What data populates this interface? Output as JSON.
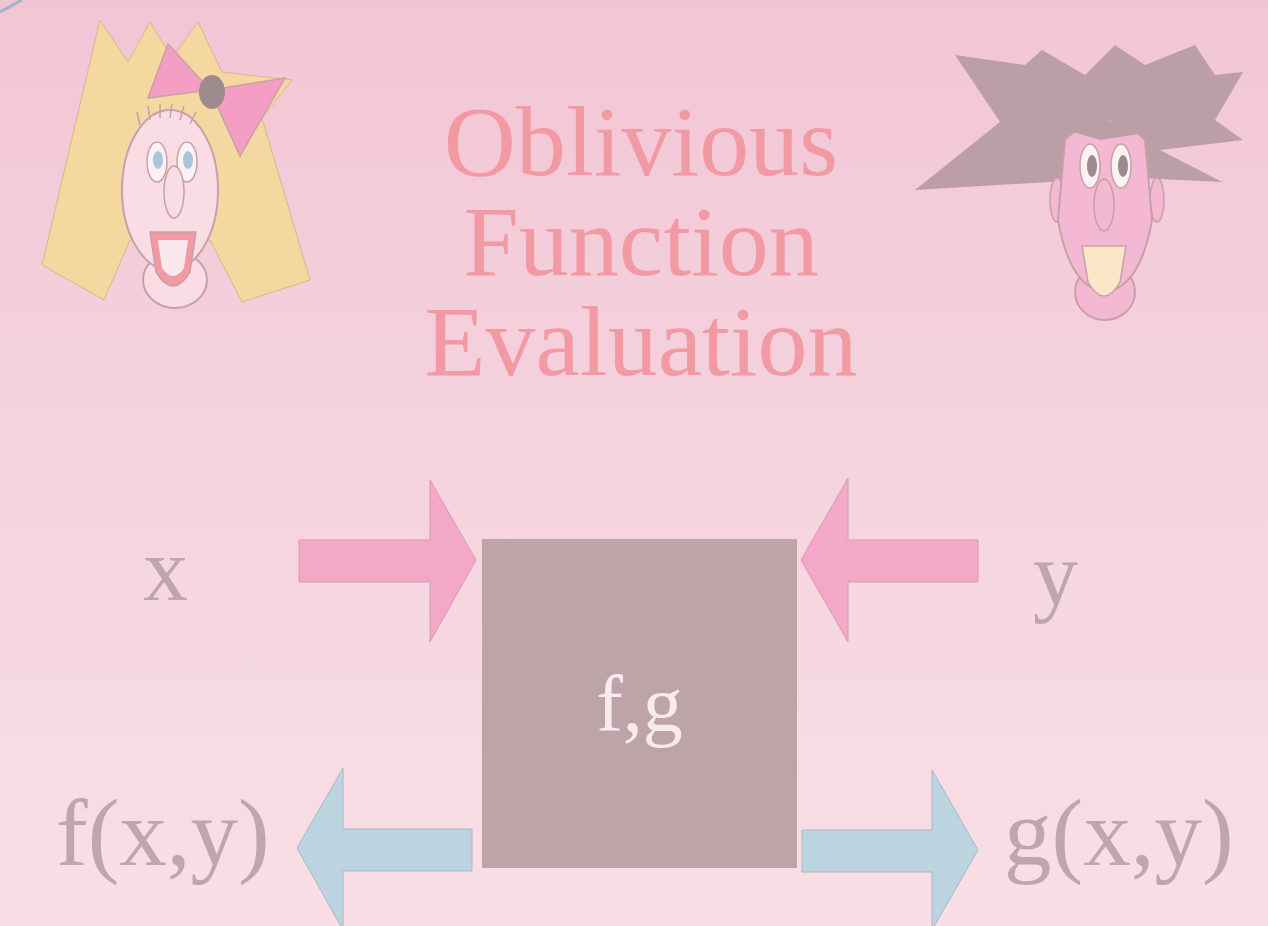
{
  "diagram": {
    "title": "Oblivious Function Evaluation",
    "nodes": [
      {
        "text": [
          "f,g"
        ]
      }
    ],
    "labels": [
      "x",
      "y",
      "f(x,y)",
      "g(x,y)"
    ]
  }
}
